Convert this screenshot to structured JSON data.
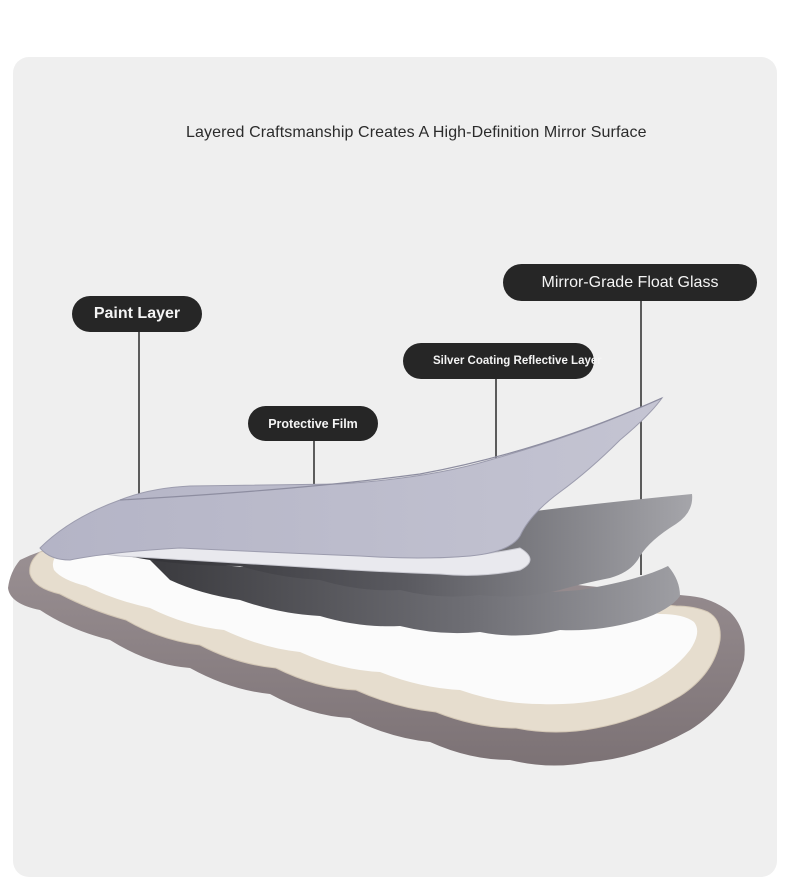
{
  "title": "Layered Craftsmanship Creates A High-Definition Mirror Surface",
  "callouts": {
    "paint_layer": "Paint Layer",
    "protective_film": "Protective Film",
    "silver_coating": "Silver Coating Reflective Layer",
    "float_glass": "Mirror-Grade Float Glass"
  },
  "colors": {
    "background": "#efefef",
    "callout_bg": "#262626",
    "frame": "#8a7f82",
    "inner_frame": "#e8dfd2",
    "paint_sheet": "#b8b8c8"
  }
}
